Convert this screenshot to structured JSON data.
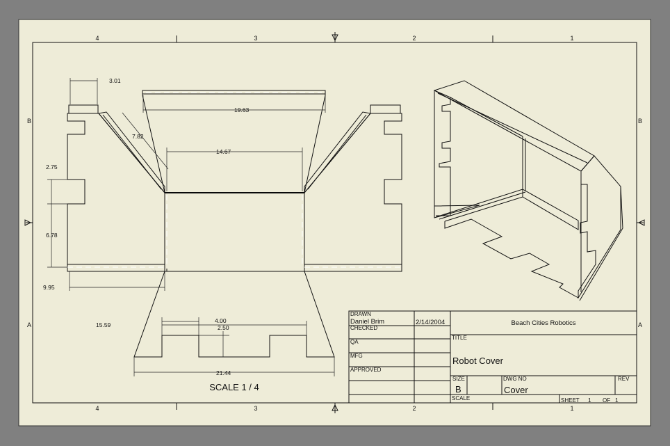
{
  "colors": {
    "background": "#808080",
    "paper": "#eeecd8",
    "ink": "#111111"
  },
  "zones": {
    "columns": [
      "4",
      "3",
      "2",
      "1"
    ],
    "rows": [
      "B",
      "A"
    ]
  },
  "dimensions": {
    "d301": "3.01",
    "d1963": "19.63",
    "d782": "7.82",
    "d1467": "14.67",
    "d275": "2.75",
    "d678": "6.78",
    "d995": "9.95",
    "d400": "4.00",
    "d1559": "15.59",
    "d250": "2.50",
    "d2144": "21.44"
  },
  "scale_label": "SCALE 1 / 4",
  "title_block": {
    "drawn_label": "DRAWN",
    "drawn_by": "Daniel Brim",
    "drawn_date": "2/14/2004",
    "checked_label": "CHECKED",
    "qa_label": "QA",
    "mfg_label": "MFG",
    "approved_label": "APPROVED",
    "company": "Beach Cities Robotics",
    "title_label": "TITLE",
    "title": "Robot Cover",
    "size_label": "SIZE",
    "size": "B",
    "dwg_no_label": "DWG NO",
    "dwg_no": "Cover",
    "rev_label": "REV",
    "scale_label": "SCALE",
    "sheet_label": "SHEET",
    "sheet_num": "1",
    "of_label": "OF",
    "sheet_total": "1"
  }
}
